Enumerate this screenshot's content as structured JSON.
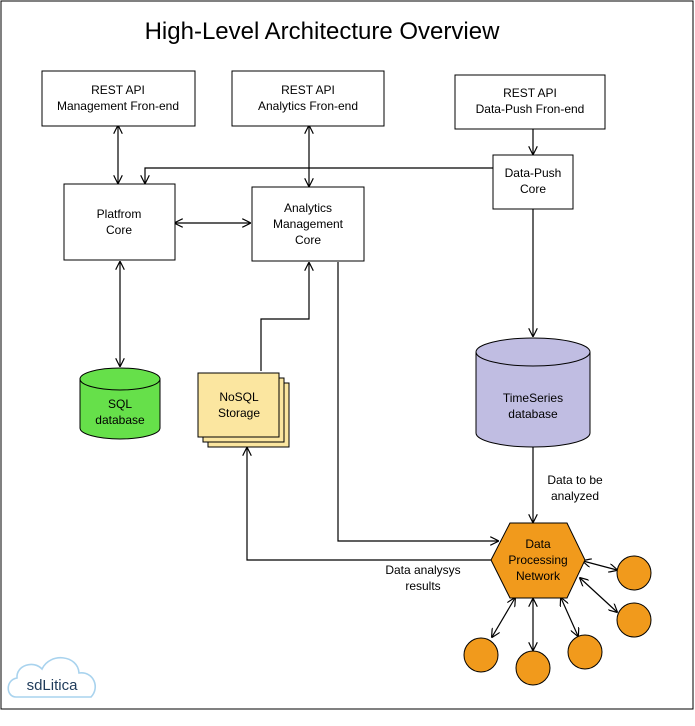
{
  "title": "High-Level Architecture Overview",
  "nodes": {
    "rest_mgmt": {
      "lines": [
        "REST API",
        "Management Fron-end"
      ]
    },
    "rest_analytics": {
      "lines": [
        "REST API",
        "Analytics Fron-end"
      ]
    },
    "rest_datapush": {
      "lines": [
        "REST API",
        "Data-Push Fron-end"
      ]
    },
    "platform_core": {
      "lines": [
        "Platfrom",
        "Core"
      ]
    },
    "analytics_core": {
      "lines": [
        "Analytics",
        "Management",
        "Core"
      ]
    },
    "datapush_core": {
      "lines": [
        "Data-Push",
        "Core"
      ]
    },
    "sql_db": {
      "lines": [
        "SQL",
        "database"
      ],
      "color": "#66e04a"
    },
    "nosql": {
      "lines": [
        "NoSQL",
        "Storage"
      ],
      "color": "#fbe6a0"
    },
    "timeseries": {
      "lines": [
        "TimeSeries",
        "database"
      ],
      "color": "#c0bde2"
    },
    "dpn": {
      "lines": [
        "Data",
        "Processing",
        "Network"
      ],
      "color": "#f19a1c"
    }
  },
  "edge_labels": {
    "to_analyze": [
      "Data to be",
      "analyzed"
    ],
    "results": [
      "Data analysys",
      "results"
    ]
  },
  "logo": {
    "text": "sdLitica"
  },
  "colors": {
    "worker_node": "#f19a1c",
    "logo_cloud": "#a9d3ee"
  }
}
